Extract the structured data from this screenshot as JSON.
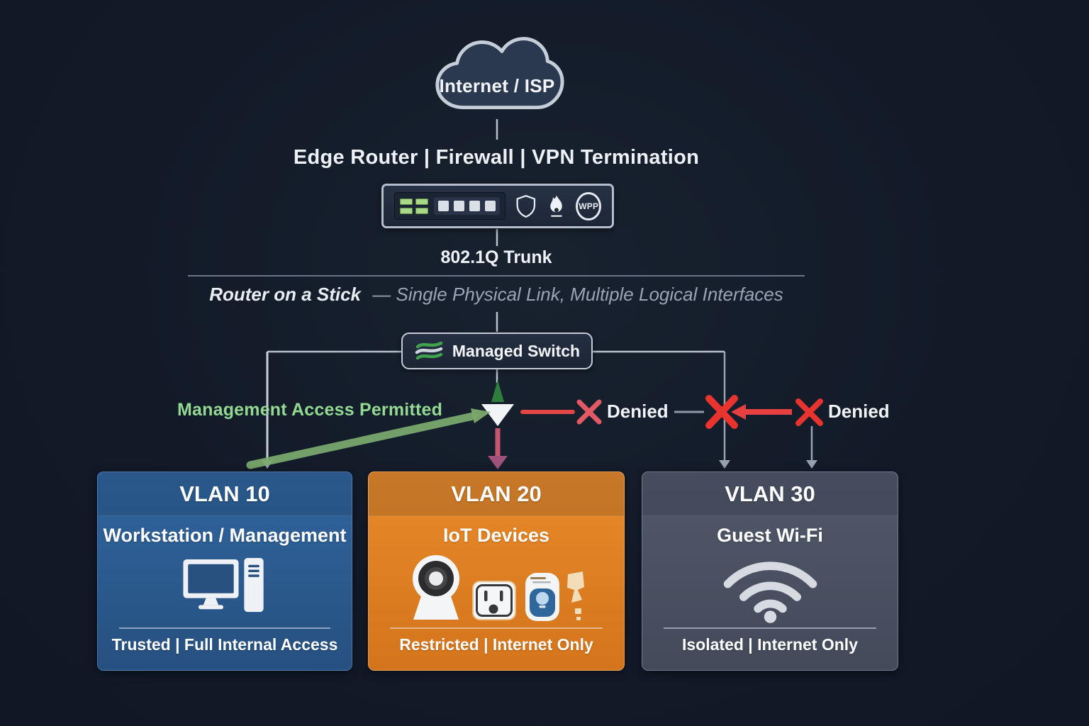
{
  "colors": {
    "background": "#121a28",
    "wire": "#b8c0cc",
    "permitted_green": "#93d893",
    "arrow_green": "#7cab6e",
    "denied_red": "#e8332e",
    "drop_red": "#c4566d",
    "vlan10_blue": "#2d6096",
    "vlan20_orange": "#e0821f",
    "vlan30_gray": "#4c5466"
  },
  "cloud": {
    "label": "Internet / ISP"
  },
  "edge_router": {
    "title": "Edge Router | Firewall | VPN Termination",
    "badge": "WPP"
  },
  "trunk": {
    "label": "802.1Q Trunk",
    "caption_bold": "Router on a Stick",
    "caption_rest": "— Single Physical Link, Multiple Logical Interfaces"
  },
  "managed_switch": {
    "label": "Managed Switch"
  },
  "annotations": {
    "permitted": "Management Access Permitted",
    "denied1": "Denied",
    "denied2": "Denied"
  },
  "icons": [
    "internet-cloud",
    "router-leds",
    "router-ports",
    "shield-icon",
    "firewall-flame-icon",
    "vpn-badge-icon",
    "switch-waves-icon",
    "desktop-computer-icon",
    "iot-camera-icon",
    "iot-plug-icon",
    "iot-smart-device-icon",
    "wifi-icon"
  ],
  "vlans": [
    {
      "title": "VLAN 10",
      "subtitle": "Workstation / Management",
      "status": "Trusted | Full Internal Access",
      "color_top": "#30659f",
      "color_bottom": "#26507f"
    },
    {
      "title": "VLAN 20",
      "subtitle": "IoT Devices",
      "status": "Restricted | Internet Only",
      "color_top": "#e88a2a",
      "color_bottom": "#d4741c"
    },
    {
      "title": "VLAN 30",
      "subtitle": "Guest Wi-Fi",
      "status": "Isolated | Internet Only",
      "color_top": "#505869",
      "color_bottom": "#434b5b"
    }
  ]
}
